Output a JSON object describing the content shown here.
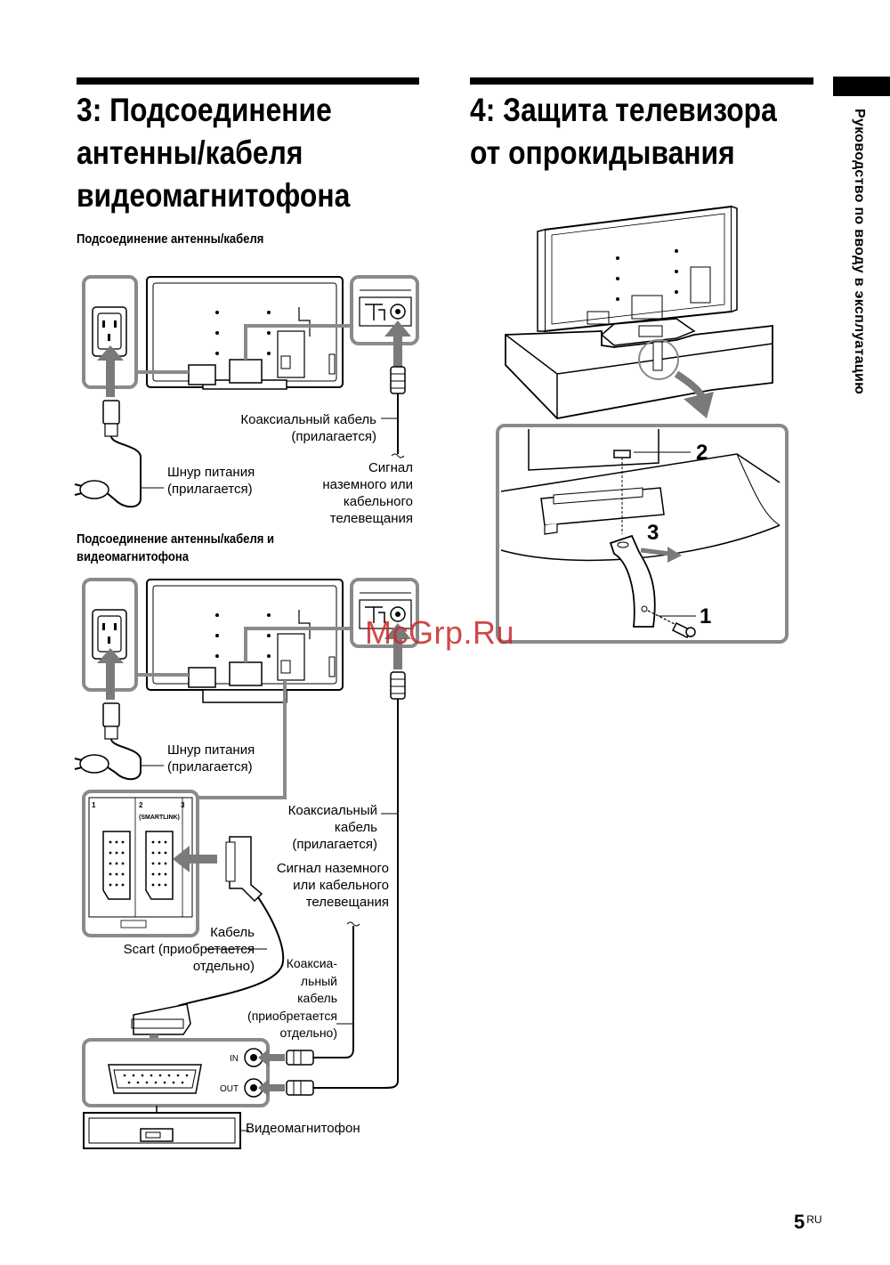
{
  "side_tab": {
    "text": "Руководство по вводу в эксплуатацию"
  },
  "section3": {
    "title_lines": [
      "3: Подсоединение",
      "антенны/кабеля",
      "видеомагнитофона"
    ],
    "diagram1": {
      "subtitle": "Подсоединение антенны/кабеля",
      "coax_label": [
        "Коаксиальный кабель",
        "(прилагается)"
      ],
      "power_label": [
        "Шнур питания",
        "(прилагается)"
      ],
      "signal_label": [
        "Сигнал",
        "наземного или",
        "кабельного",
        "телевещания"
      ]
    },
    "diagram2": {
      "subtitle_lines": [
        "Подсоединение антенны/кабеля и",
        "видеомагнитофона"
      ],
      "power_label": [
        "Шнур питания",
        "(прилагается)"
      ],
      "coax_label": [
        "Коаксиальный",
        "кабель",
        "(прилагается)"
      ],
      "signal_label": [
        "Сигнал наземного",
        "или кабельного",
        "телевещания"
      ],
      "scart_label": [
        "Кабель",
        "Scart (приобретается",
        "отдельно)"
      ],
      "coax2_label": [
        "Коаксиа-",
        "льный",
        "кабель",
        "(приобретается",
        "отдельно)"
      ],
      "in_label": "IN",
      "out_label": "OUT",
      "vcr_label": "Видеомагнитофон",
      "port_numbers": [
        "1",
        "2",
        "3"
      ],
      "smartlink": "(SMARTLINK)"
    }
  },
  "section4": {
    "title_lines": [
      "4: Защита телевизора",
      "от опрокидывания"
    ],
    "steps": [
      "1",
      "2",
      "3"
    ]
  },
  "page_number": "5",
  "page_lang": "RU",
  "watermark": "McGrp.Ru",
  "colors": {
    "frame_gray": "#8a8a8a",
    "arrow_gray": "#7a7a7a",
    "line": "#000000"
  }
}
